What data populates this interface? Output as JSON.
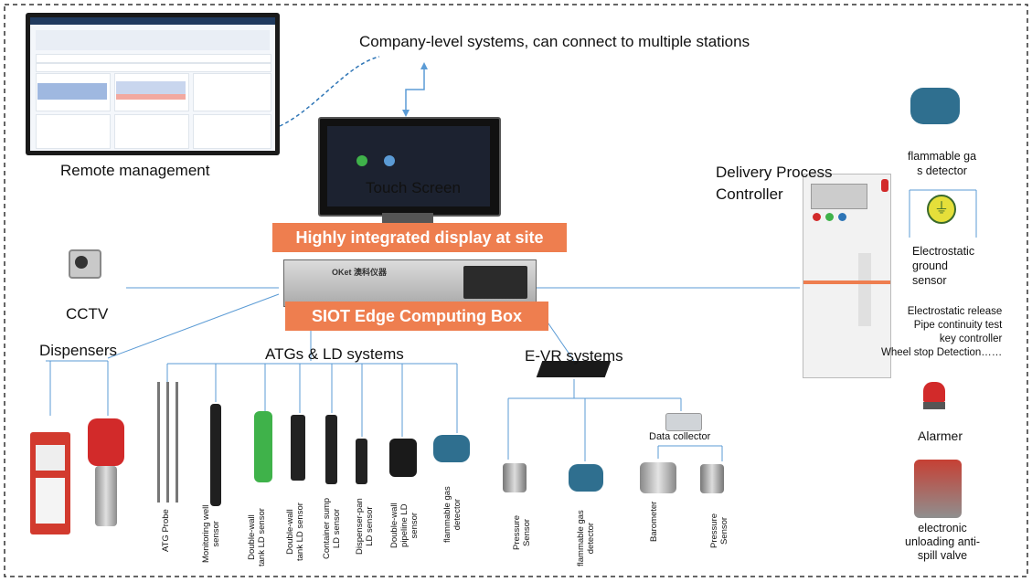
{
  "labels": {
    "company": "Company-level systems, can connect to multiple stations",
    "remote": "Remote management",
    "touch": "Touch Screen",
    "delivery": "Delivery Process\nController",
    "flammable_right": "flammable ga\ns detector",
    "electrostatic": "Electrostatic\nground\nsensor",
    "features": "Electrostatic release\nPipe continuity test\nkey controller\nWheel stop Detection……",
    "alarmer": "Alarmer",
    "valve": "electronic\nunloading anti-\nspill valve",
    "cctv": "CCTV",
    "dispensers": "Dispensers",
    "atgs": "ATGs & LD systems",
    "evr": "E-VR systems",
    "data_collector": "Data collector"
  },
  "banners": {
    "display": "Highly integrated display at site",
    "box": "SIOT  Edge Computing Box"
  },
  "box_brand": "OKet 澳科仪器",
  "atg_items": [
    "ATG Probe",
    "Monitoring well\nsensor",
    "Double-wall\ntank LD sensor",
    "Double-wall\ntank LD sensor",
    "Container sump\nLD sensor",
    "Dispenser-pan\nLD sensor",
    "Double-wall\npipeline LD\nsensor",
    "flammable gas\ndetector"
  ],
  "evr_items": [
    "Pressure\nSensor",
    "flammable gas\ndetector",
    "Barometer",
    "Pressure\nSensor"
  ],
  "colors": {
    "banner": "#ee7e4f",
    "line": "#5b9bd5",
    "border": "#333333",
    "green": "#3fb24a",
    "red": "#d22a2a",
    "device_blue": "#2f6f8f"
  }
}
